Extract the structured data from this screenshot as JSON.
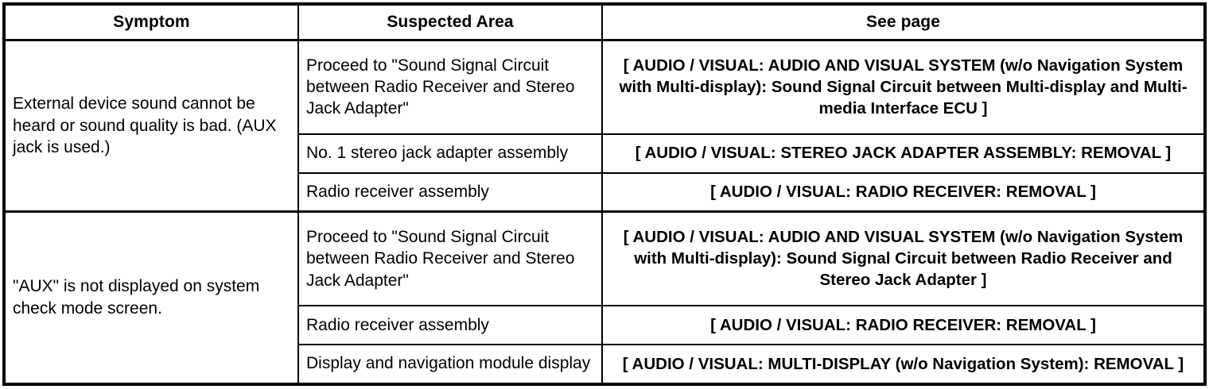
{
  "table": {
    "columns": [
      {
        "key": "symptom",
        "label": "Symptom"
      },
      {
        "key": "area",
        "label": "Suspected Area"
      },
      {
        "key": "see_page",
        "label": "See page"
      }
    ],
    "groups": [
      {
        "symptom": "External device sound cannot be heard or sound quality is bad. (AUX jack is used.)",
        "rows": [
          {
            "area": "Proceed to \"Sound Signal Circuit between Radio Receiver and Stereo Jack Adapter\"",
            "see_page": "[ AUDIO / VISUAL: AUDIO AND VISUAL SYSTEM (w/o Navigation System with Multi-display): Sound Signal Circuit between Multi-display and Multi-media Interface ECU ]"
          },
          {
            "area": "No. 1 stereo jack adapter assembly",
            "see_page": "[ AUDIO / VISUAL: STEREO JACK ADAPTER ASSEMBLY: REMOVAL ]"
          },
          {
            "area": "Radio receiver assembly",
            "see_page": "[ AUDIO / VISUAL: RADIO RECEIVER: REMOVAL ]"
          }
        ]
      },
      {
        "symptom": "\"AUX\" is not displayed on system check mode screen.",
        "rows": [
          {
            "area": "Proceed to \"Sound Signal Circuit between Radio Receiver and Stereo Jack Adapter\"",
            "see_page": "[ AUDIO / VISUAL: AUDIO AND VISUAL SYSTEM (w/o Navigation System with Multi-display): Sound Signal Circuit between Radio Receiver and Stereo Jack Adapter ]"
          },
          {
            "area": "Radio receiver assembly",
            "see_page": "[ AUDIO / VISUAL: RADIO RECEIVER: REMOVAL ]"
          },
          {
            "area": "Display and navigation module display",
            "see_page": "[ AUDIO / VISUAL: MULTI-DISPLAY (w/o Navigation System): REMOVAL ]"
          }
        ]
      }
    ]
  },
  "style": {
    "border_color": "#000000",
    "background_color": "#ffffff",
    "text_color": "#000000"
  }
}
